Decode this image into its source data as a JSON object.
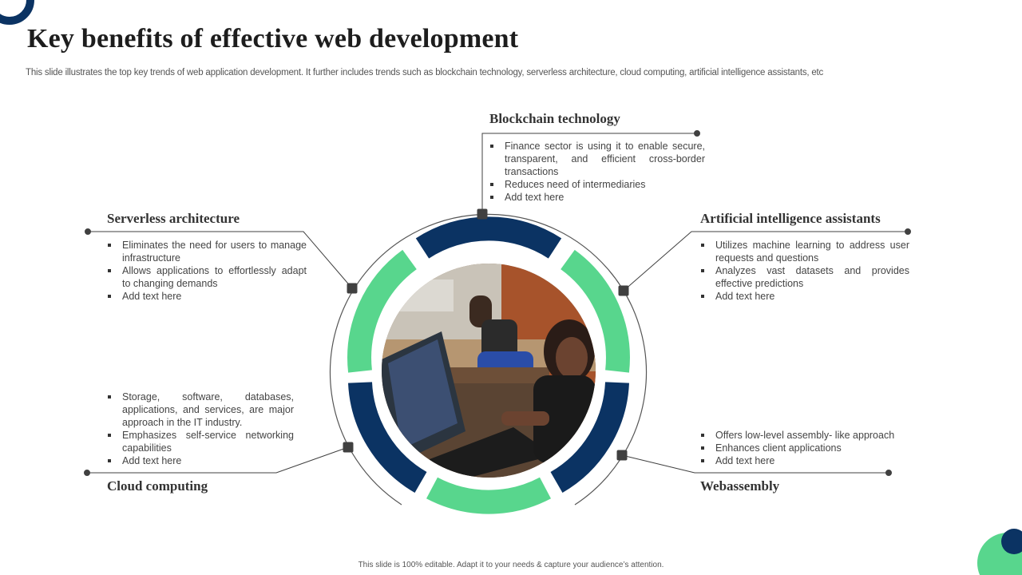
{
  "slide": {
    "title": "Key benefits of effective web development",
    "subtitle": "This slide illustrates the top key trends of web application development. It further includes trends such as blockchain technology, serverless architecture, cloud computing, artificial intelligence assistants, etc",
    "footer": "This slide is 100% editable.  Adapt it to your needs & capture your audience’s attention."
  },
  "colors": {
    "navy": "#0b3363",
    "green": "#58d68d",
    "connector": "#404040"
  },
  "center": {
    "image": "people-at-laptops-photo"
  },
  "trends": [
    {
      "id": "blockchain",
      "heading": "Blockchain technology",
      "points": [
        "Finance sector is using it to enable secure, transparent, and efficient cross-border transactions",
        "Reduces need of intermediaries",
        "Add text here"
      ]
    },
    {
      "id": "serverless",
      "heading": "Serverless architecture",
      "points": [
        "Eliminates the need for users to manage infrastructure",
        "Allows applications to effortlessly adapt to changing demands",
        "Add text here"
      ]
    },
    {
      "id": "ai",
      "heading": "Artificial intelligence assistants",
      "points": [
        "Utilizes machine learning to address user requests and questions",
        "Analyzes vast datasets and provides effective  predictions",
        "Add text here"
      ]
    },
    {
      "id": "cloud",
      "heading": "Cloud computing",
      "points": [
        "Storage, software, databases, applications, and services, are major approach in the IT industry.",
        "Emphasizes self-service networking capabilities",
        "Add text here"
      ]
    },
    {
      "id": "wasm",
      "heading": "Webassembly",
      "points": [
        "Offers low-level assembly- like approach",
        "Enhances client applications",
        "Add text here"
      ]
    }
  ]
}
